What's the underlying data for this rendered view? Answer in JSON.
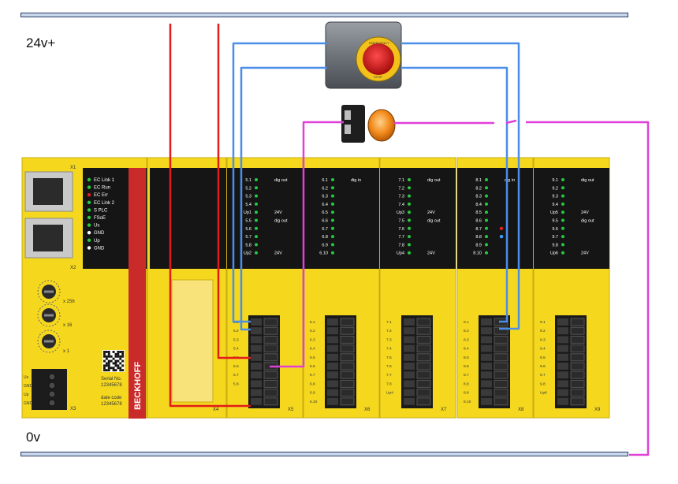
{
  "rails": {
    "top_label": "24v+",
    "bottom_label": "0v"
  },
  "head_module": {
    "connector_labels": [
      "X1",
      "X2",
      "X3",
      "X4"
    ],
    "leds": [
      {
        "label": "EC Link 1",
        "color": "#27c93f"
      },
      {
        "label": "EC Run",
        "color": "#27c93f"
      },
      {
        "label": "EC Err",
        "color": "#e02020"
      },
      {
        "label": "EC Link 2",
        "color": "#27c93f"
      },
      {
        "label": "S PLC",
        "color": "#27c93f"
      },
      {
        "label": "FSoE",
        "color": "#27c93f"
      },
      {
        "label": "Us",
        "color": "#27c93f"
      },
      {
        "label": "GND",
        "color": "#ffffff"
      },
      {
        "label": "Up",
        "color": "#27c93f"
      },
      {
        "label": "GND",
        "color": "#ffffff"
      }
    ],
    "dial_labels": [
      "x 256",
      "x 16",
      "x 1"
    ],
    "power_terminal_labels": [
      "Us",
      "GND",
      "Up",
      "GND"
    ],
    "serial_label": "Serial No.",
    "serial_value": "12345678",
    "date_label": "date code",
    "date_value": "12345678",
    "brand": "BECKHOFF"
  },
  "io_modules": [
    {
      "id": "X5",
      "channels": [
        "5.1",
        "5.2",
        "5.3",
        "5.4",
        "Up1",
        "5.5",
        "5.6",
        "5.7",
        "5.8",
        "Up2"
      ],
      "notes": [
        "dig out",
        "",
        "",
        "",
        "24V",
        "dig out",
        "",
        "",
        "",
        "24V"
      ],
      "terminal_labels": [
        "5.1",
        "5.2",
        "5.3",
        "5.4",
        "5.5",
        "5.6",
        "5.7",
        "5.8"
      ]
    },
    {
      "id": "X6",
      "channels": [
        "6.1",
        "6.2",
        "6.3",
        "6.4",
        "6.5",
        "6.6",
        "6.7",
        "6.8",
        "6.9",
        "6.10"
      ],
      "notes": [
        "dig in",
        "",
        "",
        "",
        "",
        "",
        "",
        "",
        "",
        ""
      ],
      "terminal_labels": [
        "6.1",
        "6.2",
        "6.3",
        "6.4",
        "6.5",
        "6.6",
        "6.7",
        "6.8",
        "6.9",
        "6.10"
      ]
    },
    {
      "id": "X7",
      "channels": [
        "7.1",
        "7.2",
        "7.3",
        "7.4",
        "Up3",
        "7.5",
        "7.6",
        "7.7",
        "7.8",
        "Up4"
      ],
      "notes": [
        "dig out",
        "",
        "",
        "",
        "24V",
        "dig out",
        "",
        "",
        "",
        "24V"
      ],
      "terminal_labels": [
        "7.1",
        "7.2",
        "7.3",
        "7.4",
        "7.5",
        "7.6",
        "7.7",
        "7.8",
        "Up4"
      ]
    },
    {
      "id": "X8",
      "channels": [
        "8.1",
        "8.2",
        "8.3",
        "8.4",
        "8.5",
        "8.6",
        "8.7",
        "8.8",
        "8.9",
        "8.10"
      ],
      "notes": [
        "dig in",
        "",
        "",
        "",
        "",
        "",
        "",
        "",
        "",
        ""
      ],
      "terminal_labels": [
        "8.1",
        "8.2",
        "8.3",
        "8.4",
        "8.5",
        "8.6",
        "8.7",
        "8.8",
        "8.9",
        "8.10"
      ]
    },
    {
      "id": "X9",
      "channels": [
        "9.1",
        "9.2",
        "9.3",
        "9.4",
        "Up5",
        "9.5",
        "9.6",
        "9.7",
        "9.8",
        "Up6"
      ],
      "notes": [
        "dig out",
        "",
        "",
        "",
        "24V",
        "dig out",
        "",
        "",
        "",
        "24V"
      ],
      "terminal_labels": [
        "9.1",
        "9.2",
        "9.3",
        "9.4",
        "9.5",
        "9.6",
        "9.7",
        "9.8",
        "Up6"
      ]
    }
  ],
  "estop": {
    "top_text": "EMERGENCY",
    "bottom_text": "STOP"
  },
  "colors": {
    "rail_fill": "#c9d7ea",
    "module_yellow": "#f5d81e",
    "panel_black": "#151515",
    "brand_red": "#c92a2a",
    "wire_red": "#e31b1b",
    "wire_blue": "#4a8ee8",
    "wire_magenta": "#e040d8",
    "led_green": "#27c93f",
    "led_red": "#e02020",
    "lamp_orange": "#f28a1a"
  }
}
